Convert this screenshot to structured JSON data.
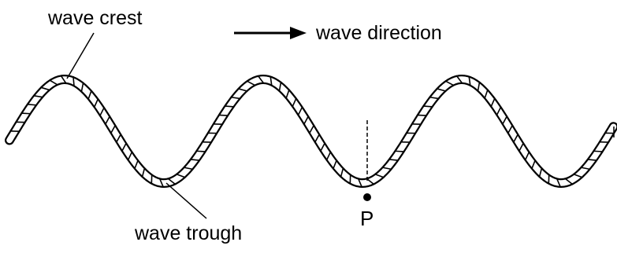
{
  "labels": {
    "crest": "wave crest",
    "direction": "wave direction",
    "trough": "wave trough",
    "point": "P"
  },
  "colors": {
    "ink": "#000000",
    "rope_fill": "#ffffff"
  },
  "icons": {
    "direction_arrow": "right-arrow-icon"
  }
}
